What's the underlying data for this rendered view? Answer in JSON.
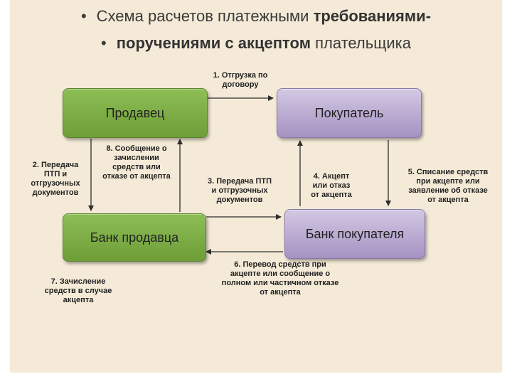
{
  "title": {
    "line1_plain": "Схема расчетов платежными ",
    "line1_bold": "требованиями-",
    "line2_bold_a": "поручениями с акцептом",
    "line2_plain": " плательщика",
    "bullet": "•"
  },
  "nodes": {
    "seller": "Продавец",
    "buyer": "Покупатель",
    "seller_bank": "Банк продавца",
    "buyer_bank": "Банк покупателя"
  },
  "steps": {
    "s1": "1. Отгрузка по\nдоговору",
    "s2": "2. Передача\nПТП и\nотгрузочных\nдокументов",
    "s3": "3. Передача ПТП\nи отгрузочных\nдокументов",
    "s4": "4. Акцепт\nили отказ\nот акцепта",
    "s5": "5. Списание средств\nпри акцепте или\nзаявление об отказе\nот акцепта",
    "s6": "6. Перевод средств при\nакцепте или сообщение о\nполном или частичном отказе\nот акцепта",
    "s7": "7. Зачисление\nсредств в случае\nакцепта",
    "s8": "8. Сообщение о\nзачислении\nсредств или\nотказе от акцепта"
  },
  "colors": {
    "green_box": "#7fae47",
    "purple_box": "#b8a9d1",
    "arrow": "#2d2d2d",
    "background": "#f4ead7"
  }
}
